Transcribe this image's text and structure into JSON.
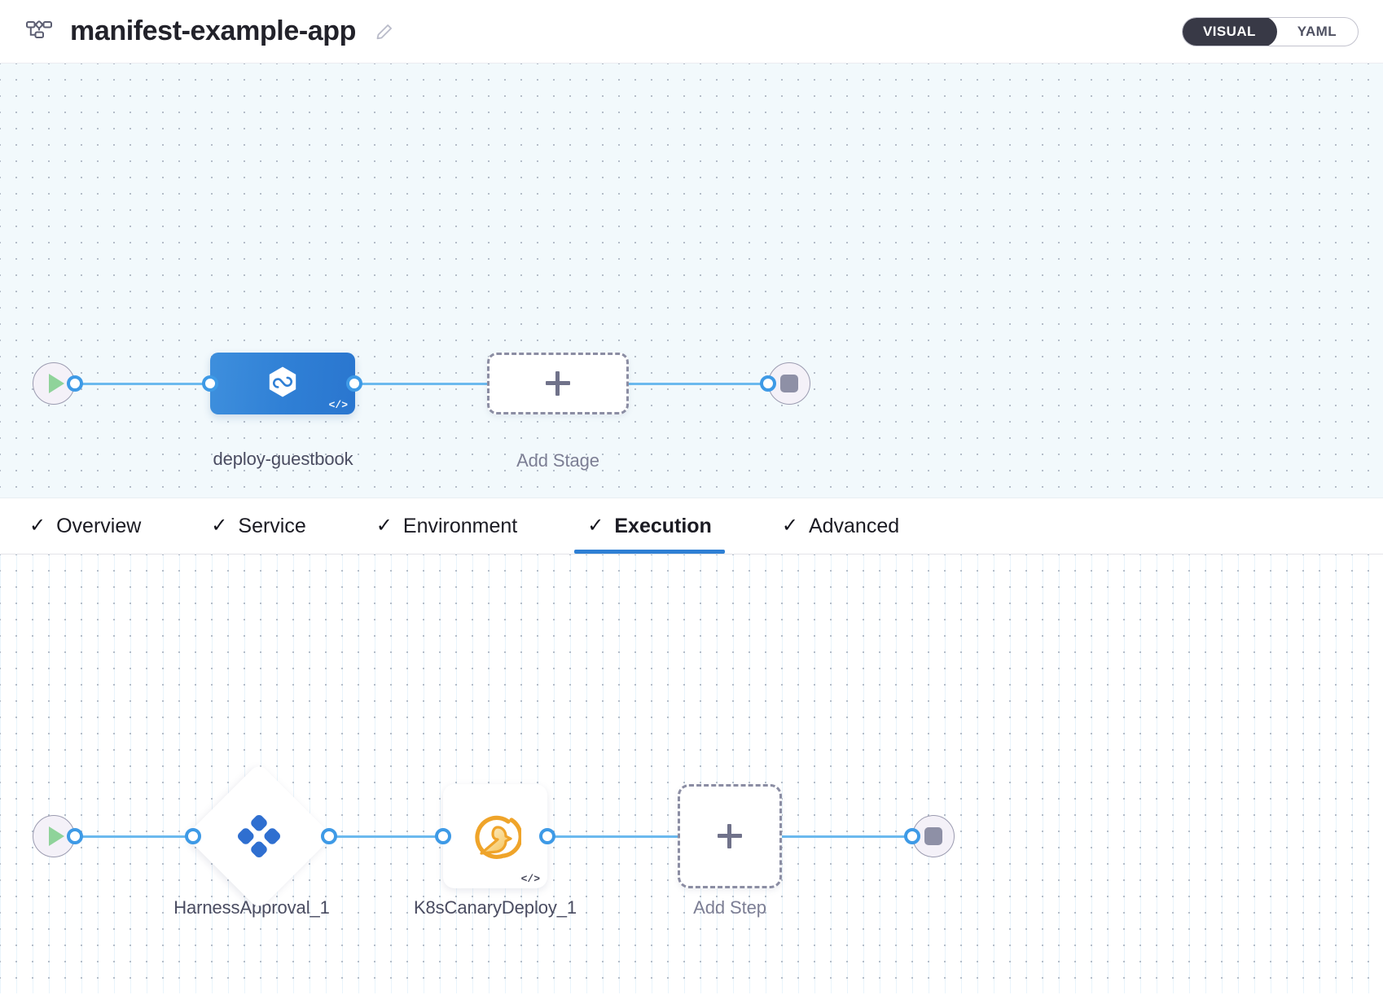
{
  "header": {
    "icon": "pipeline-icon",
    "title": "manifest-example-app",
    "edit_icon": "edit-pencil-icon",
    "view_toggle": {
      "options": [
        {
          "label": "VISUAL",
          "active": true
        },
        {
          "label": "YAML",
          "active": false
        }
      ],
      "active_bg": "#383946"
    }
  },
  "stage_canvas": {
    "background": "#f2f9fc",
    "start_node": {
      "name": "pipeline-start-node",
      "icon": "play-icon"
    },
    "end_node": {
      "name": "pipeline-end-node",
      "icon": "stop-icon"
    },
    "nodes": [
      {
        "name": "stage-node-deploy-guestbook",
        "label": "deploy-guestbook",
        "type": "deployment-stage",
        "icon": "harness-cd-hexagon-icon",
        "badge": "</>",
        "color": "#2f7fd5"
      },
      {
        "name": "add-stage-node",
        "label": "Add Stage",
        "type": "add",
        "icon": "plus-icon"
      }
    ]
  },
  "tabs": {
    "items": [
      {
        "label": "Overview",
        "check": "✓",
        "active": false
      },
      {
        "label": "Service",
        "check": "✓",
        "active": false
      },
      {
        "label": "Environment",
        "check": "✓",
        "active": false
      },
      {
        "label": "Execution",
        "check": "✓",
        "active": true
      },
      {
        "label": "Advanced",
        "check": "✓",
        "active": false
      }
    ],
    "active_indicator_color": "#2e7fd4"
  },
  "step_canvas": {
    "background": "#ffffff",
    "start_node": {
      "name": "execution-start-node",
      "icon": "play-icon"
    },
    "end_node": {
      "name": "execution-end-node",
      "icon": "stop-icon"
    },
    "nodes": [
      {
        "name": "step-node-harness-approval",
        "label": "HarnessApproval_1",
        "shape": "diamond",
        "icon": "harness-approval-clover-icon",
        "color": "#2f6fd0"
      },
      {
        "name": "step-node-k8s-canary-deploy",
        "label": "K8sCanaryDeploy_1",
        "shape": "square",
        "icon": "canary-bird-icon",
        "badge": "</>",
        "color": "#efa42a"
      },
      {
        "name": "add-step-node",
        "label": "Add Step",
        "shape": "add",
        "icon": "plus-icon"
      }
    ]
  },
  "colors": {
    "connector": "#6bb9ee",
    "connector_ring": "#3e9ae6",
    "accent_blue": "#2e7fd4",
    "text_dark": "#22222a",
    "text_muted": "#7c7e94"
  }
}
